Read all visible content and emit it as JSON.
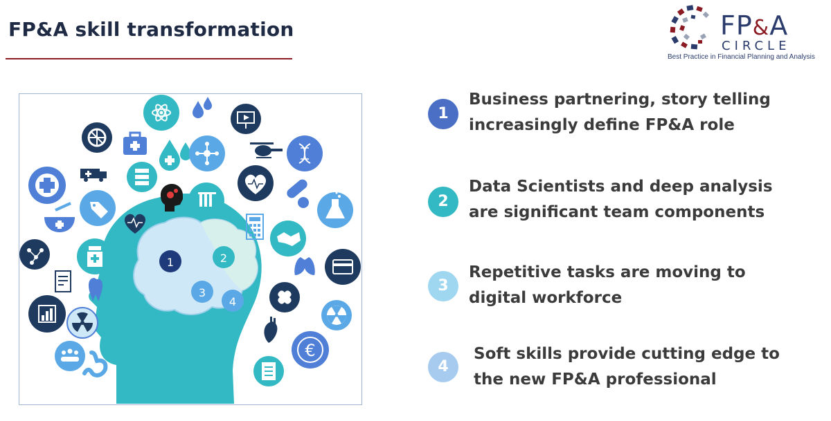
{
  "slide": {
    "title": "FP&A skill transformation"
  },
  "logo": {
    "word_left": "FP",
    "word_amp": "&",
    "word_right": "A",
    "sub": "CIRCLE",
    "tagline": "Best Practice in Financial Planning and Analysis"
  },
  "brain_regions": [
    "1",
    "2",
    "3",
    "4"
  ],
  "items": [
    {
      "number": "1",
      "line1": "Business partnering, story telling",
      "line2": "increasingly define FP&A role",
      "color": "#4a6fc4"
    },
    {
      "number": "2",
      "line1": "Data Scientists and deep analysis",
      "line2": "are significant team components",
      "color": "#33b9c3"
    },
    {
      "number": "3",
      "line1": "Repetitive tasks are moving to",
      "line2": "digital workforce",
      "color": "#9fd7f0"
    },
    {
      "number": "4",
      "line1": "Soft skills provide cutting edge to",
      "line2": "the new FP&A professional",
      "color": "#a6cbef"
    }
  ],
  "icons": {
    "euro_symbol": "€"
  },
  "colors": {
    "title_text": "#1f2a44",
    "accent_red": "#8b1a22",
    "teal": "#33b9c3",
    "navy": "#1f3a5f",
    "blue": "#4f7fd6",
    "light_blue": "#8fc3ee"
  }
}
